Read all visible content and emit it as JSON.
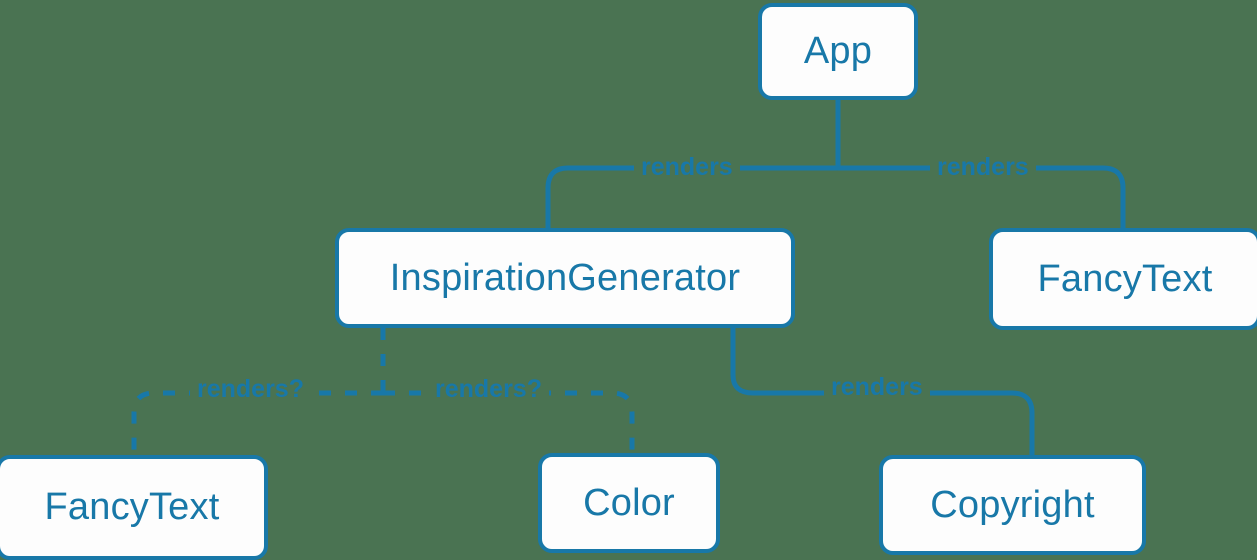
{
  "diagram": {
    "type": "component-tree",
    "background_color": "#4a7352",
    "accent_color": "#1878a8",
    "node_fill_color": "#fdfdfd",
    "nodes": [
      {
        "id": "app",
        "label": "App"
      },
      {
        "id": "inspgen",
        "label": "InspirationGenerator"
      },
      {
        "id": "fancytext-right",
        "label": "FancyText"
      },
      {
        "id": "fancytext-bottom",
        "label": "FancyText"
      },
      {
        "id": "color",
        "label": "Color"
      },
      {
        "id": "copyright",
        "label": "Copyright"
      }
    ],
    "edges": [
      {
        "from": "app",
        "to": "inspgen",
        "label": "renders",
        "style": "solid"
      },
      {
        "from": "app",
        "to": "fancytext-right",
        "label": "renders",
        "style": "solid"
      },
      {
        "from": "inspgen",
        "to": "fancytext-bottom",
        "label": "renders?",
        "style": "dashed"
      },
      {
        "from": "inspgen",
        "to": "color",
        "label": "renders?",
        "style": "dashed"
      },
      {
        "from": "inspgen",
        "to": "copyright",
        "label": "renders",
        "style": "solid"
      }
    ]
  }
}
